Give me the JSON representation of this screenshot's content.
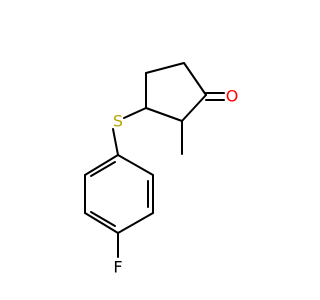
{
  "molecule": {
    "atoms": {
      "oxygen": {
        "symbol": "O",
        "color": "#ff0000"
      },
      "sulfur": {
        "symbol": "S",
        "color": "#b5a600"
      },
      "fluorine": {
        "symbol": "F",
        "color": "#000000"
      }
    },
    "bond_color": "#000000",
    "background": "#ffffff"
  }
}
